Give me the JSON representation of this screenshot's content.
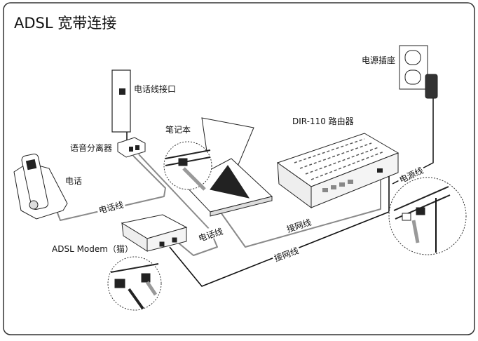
{
  "title": "ADSL 宽带连接",
  "labels": {
    "phone_jack": "电话线接口",
    "splitter": "语音分离器",
    "phone": "电话",
    "laptop": "笔记本",
    "router": "DIR-110 路由器",
    "outlet": "电源插座",
    "modem": "ADSL Modem（猫）"
  },
  "cables": {
    "phone_to_splitter": "电话线",
    "splitter_to_modem": "电话线",
    "laptop_to_router": "接网线",
    "modem_to_router": "接网线",
    "power": "电源线"
  },
  "colors": {
    "black_cable": "#111111",
    "gray_cable": "#8a8a8a",
    "frame": "#333333"
  }
}
